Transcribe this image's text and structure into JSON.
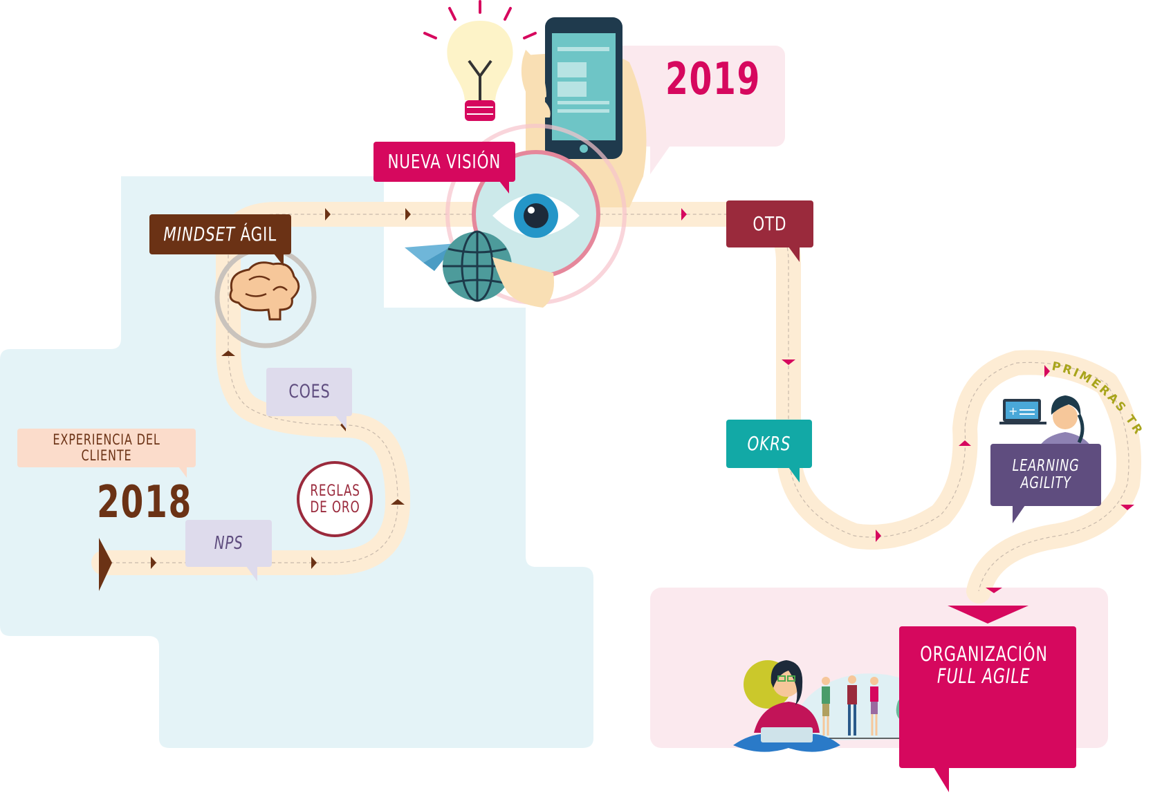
{
  "years": {
    "start": "2018",
    "end": "2019"
  },
  "milestones": {
    "experiencia": "EXPERIENCIA DEL CLIENTE",
    "nps": "NPS",
    "reglas_line1": "REGLAS",
    "reglas_line2": "DE ORO",
    "coes": "COES",
    "mindset_italic": "MINDSET",
    "mindset_rest": " ÁGIL",
    "nueva_vision": "NUEVA VISIÓN",
    "otd": "OTD",
    "okrs": "OKRS",
    "primeras_tribus": "PRIMERAS TRIBUS",
    "learning_line1": "LEARNING",
    "learning_line2": "AGILITY",
    "org_line1": "ORGANIZACIÓN",
    "org_line2": "FULL AGILE"
  },
  "colors": {
    "bg_blue": "#e4f3f7",
    "bg_pink": "#fbe9ee",
    "path": "#fdecd4",
    "brown": "#6b3215",
    "magenta": "#d6085e",
    "wine": "#9a2a3c",
    "teal": "#12a9a6",
    "purple": "#5f4d7f",
    "lilac": "#dedbec",
    "peach": "#fbdccb",
    "olive": "#a8a41b"
  },
  "icons": {
    "lightbulb": "lightbulb-icon",
    "phone": "phone-in-hand-icon",
    "eye": "eye-icon",
    "globe": "globe-icon",
    "brain": "brain-icon",
    "paper_plane": "paper-plane-icon",
    "start_arrow": "start-arrow-icon",
    "people": "team-people-icon",
    "woman_laptop": "woman-laptop-icon"
  }
}
